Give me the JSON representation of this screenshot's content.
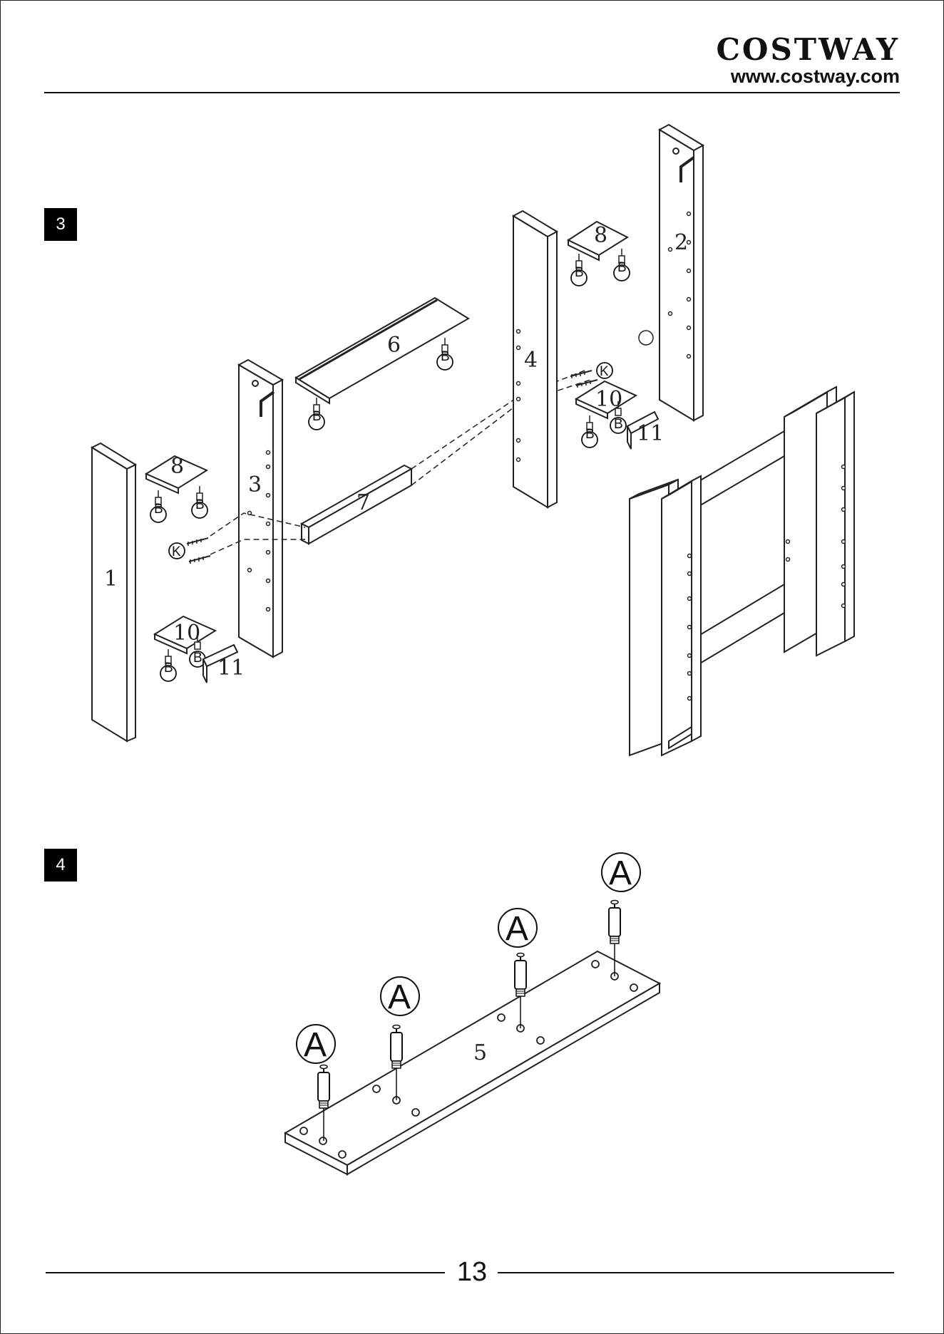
{
  "brand": {
    "name": "COSTWAY",
    "url": "www.costway.com"
  },
  "steps": [
    {
      "number": "3"
    },
    {
      "number": "4"
    }
  ],
  "step3": {
    "part_labels": {
      "p1": "1",
      "p2": "2",
      "p3": "3",
      "p4": "4",
      "p6": "6",
      "p7": "7",
      "p8a": "8",
      "p8b": "8",
      "p10a": "10",
      "p10b": "10",
      "p11a": "11",
      "p11b": "11"
    },
    "hardware": {
      "cam": "B",
      "screw": "K"
    }
  },
  "step4": {
    "part_label": "5",
    "hardware": "A"
  },
  "page_number": "13"
}
